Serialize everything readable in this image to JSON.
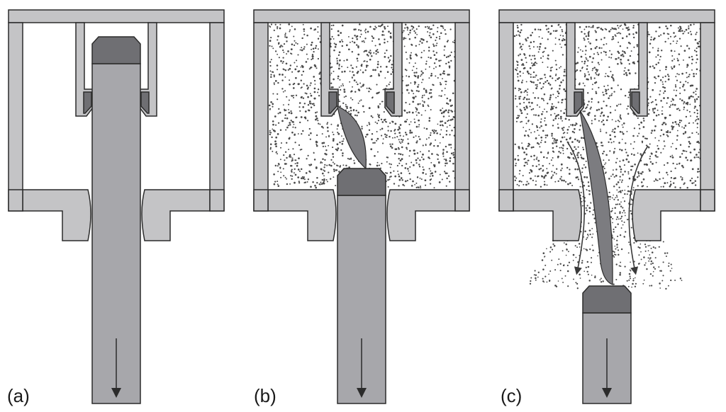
{
  "panels": [
    {
      "label": "(a)"
    },
    {
      "label": "(b)"
    },
    {
      "label": "(c)"
    }
  ],
  "colors": {
    "housing": "#c4c4c6",
    "rod": "#a7a7ab",
    "cap": "#6f6f73",
    "fragment": "#7c7c80",
    "outline": "#2b2b2b",
    "powder_dot": "#4a4a4a",
    "background": "#ffffff"
  }
}
